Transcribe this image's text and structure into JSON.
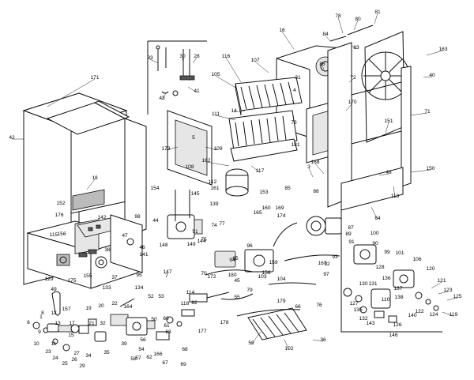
{
  "diagram": {
    "labels": [
      "1",
      "3",
      "4",
      "5",
      "6",
      "7",
      "8",
      "9",
      "10",
      "11",
      "12",
      "13",
      "14",
      "15",
      "16",
      "17",
      "18",
      "19",
      "20",
      "21",
      "22",
      "23",
      "24",
      "25",
      "26",
      "27",
      "28",
      "29",
      "30",
      "31",
      "32",
      "33",
      "34",
      "35",
      "36",
      "37",
      "38",
      "39",
      "40",
      "41",
      "42",
      "43",
      "44",
      "45",
      "46",
      "47",
      "48",
      "49",
      "50",
      "51",
      "52",
      "53",
      "54",
      "55",
      "56",
      "57",
      "58",
      "59",
      "60",
      "61",
      "62",
      "63",
      "64",
      "65",
      "66",
      "67",
      "68",
      "69",
      "70",
      "71",
      "72",
      "73",
      "74",
      "75",
      "76",
      "77",
      "78",
      "79",
      "80",
      "81",
      "82",
      "83",
      "84",
      "85",
      "86",
      "87",
      "88",
      "89",
      "90",
      "91",
      "92",
      "93",
      "94",
      "95",
      "96",
      "97",
      "98",
      "99",
      "100",
      "101",
      "102",
      "103",
      "104",
      "105",
      "106",
      "107",
      "108",
      "109",
      "110",
      "111",
      "112",
      "113",
      "114",
      "115",
      "116",
      "117",
      "118",
      "119",
      "120",
      "121",
      "122",
      "123",
      "124",
      "125",
      "126",
      "127",
      "128",
      "129",
      "130",
      "131",
      "132",
      "133",
      "134",
      "135",
      "136",
      "137",
      "138",
      "139",
      "140",
      "141",
      "142",
      "143",
      "144",
      "145",
      "146",
      "147",
      "148",
      "149",
      "150",
      "151",
      "152",
      "153",
      "154",
      "155",
      "156",
      "157",
      "158",
      "159",
      "160",
      "161",
      "162",
      "163",
      "164",
      "165",
      "166",
      "167",
      "168",
      "169",
      "170",
      "171",
      "172",
      "173",
      "174",
      "175",
      "176",
      "177",
      "178",
      "179",
      "180",
      "181"
    ]
  }
}
